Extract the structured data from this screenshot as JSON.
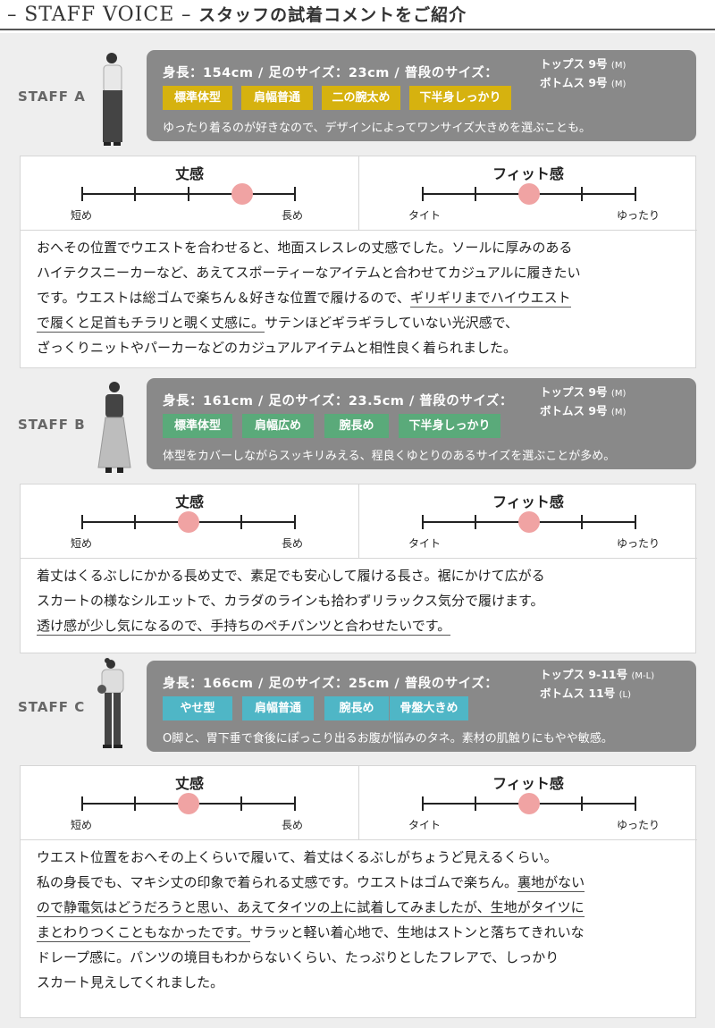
{
  "header": {
    "title_en": "STAFF VOICE",
    "title_ja": "スタッフの試着コメントをご紹介",
    "dash": "–"
  },
  "scale_labels": {
    "length_title": "丈感",
    "length_left": "短め",
    "length_right": "長め",
    "fit_title": "フィット感",
    "fit_left": "タイト",
    "fit_right": "ゆったり"
  },
  "colors": {
    "tag_yellow": "#d6b20f",
    "tag_green": "#5aaa7a",
    "tag_blue": "#4fb6c6",
    "info_bg": "#898989",
    "outer_bg": "#eeeeee",
    "dot": "#f0a3a3"
  },
  "staff": [
    {
      "label": "STAFF A",
      "stats": "身長：154cm / 足のサイズ：23cm / 普段のサイズ：",
      "size_tops": "トップス 9号",
      "size_tops_letter": "(M)",
      "size_bottoms": "ボトムス 9号",
      "size_bottoms_letter": "(M)",
      "tags": [
        "標準体型",
        "肩幅普通",
        "二の腕太め",
        "下半身しっかり"
      ],
      "note": "ゆったり着るのが好きなので、デザインによってワンサイズ大きめを選ぶことも。",
      "length_level": 3,
      "fit_level": 2,
      "comment": [
        [
          {
            "t": "おへその位置でウエストを合わせると、地面スレスレの丈感でした。ソールに厚みのある"
          }
        ],
        [
          {
            "t": "ハイテクスニーカーなど、あえてスポーティーなアイテムと合わせてカジュアルに履きたい"
          }
        ],
        [
          {
            "t": "です。ウエストは総ゴムで楽ちん＆好きな位置で履けるので、"
          },
          {
            "t": "ギリギリまでハイウエスト",
            "u": true
          }
        ],
        [
          {
            "t": "で履くと足首もチラリと覗く丈感に。",
            "u": true
          },
          {
            "t": "サテンほどギラギラしていない光沢感で、"
          }
        ],
        [
          {
            "t": "ざっくりニットやパーカーなどのカジュアルアイテムと相性良く着られました。"
          }
        ]
      ]
    },
    {
      "label": "STAFF B",
      "stats": "身長：161cm / 足のサイズ：23.5cm / 普段のサイズ：",
      "size_tops": "トップス 9号",
      "size_tops_letter": "(M)",
      "size_bottoms": "ボトムス 9号",
      "size_bottoms_letter": "(M)",
      "tags": [
        "標準体型",
        "肩幅広め",
        "腕長め",
        "下半身しっかり"
      ],
      "note": "体型をカバーしながらスッキリみえる、程良くゆとりのあるサイズを選ぶことが多め。",
      "length_level": 2,
      "fit_level": 2,
      "comment": [
        [
          {
            "t": "着丈はくるぶしにかかる長め丈で、素足でも安心して履ける長さ。裾にかけて広がる"
          }
        ],
        [
          {
            "t": "スカートの様なシルエットで、カラダのラインも拾わずリラックス気分で履けます。"
          }
        ],
        [
          {
            "t": "透け感が少し気になるので、手持ちのペチパンツと合わせたいです。",
            "u": true
          }
        ]
      ]
    },
    {
      "label": "STAFF C",
      "stats": "身長：166cm / 足のサイズ：25cm / 普段のサイズ：",
      "size_tops": "トップス 9-11号",
      "size_tops_letter": "(M-L)",
      "size_bottoms": "ボトムス 11号",
      "size_bottoms_letter": "(L)",
      "tags": [
        "やせ型",
        "肩幅普通",
        "腕長め",
        "骨盤大きめ"
      ],
      "note": "O脚と、胃下垂で食後にぽっこり出るお腹が悩みのタネ。素材の肌触りにもやや敏感。",
      "length_level": 2,
      "fit_level": 2,
      "comment": [
        [
          {
            "t": "ウエスト位置をおへその上くらいで履いて、着丈はくるぶしがちょうど見えるくらい。"
          }
        ],
        [
          {
            "t": "私の身長でも、マキシ丈の印象で着られる丈感です。ウエストはゴムで楽ちん。"
          },
          {
            "t": "裏地がない",
            "u": true
          }
        ],
        [
          {
            "t": "ので静電気はどうだろうと思い、あえてタイツの上に試着してみましたが、生地がタイツに",
            "u": true
          }
        ],
        [
          {
            "t": "まとわりつくこともなかったです。",
            "u": true
          },
          {
            "t": "サラッと軽い着心地で、生地はストンと落ちてきれいな"
          }
        ],
        [
          {
            "t": "ドレープ感に。パンツの境目もわからないくらい、たっぷりとしたフレアで、しっかり"
          }
        ],
        [
          {
            "t": "スカート見えしてくれました。"
          }
        ]
      ]
    }
  ]
}
